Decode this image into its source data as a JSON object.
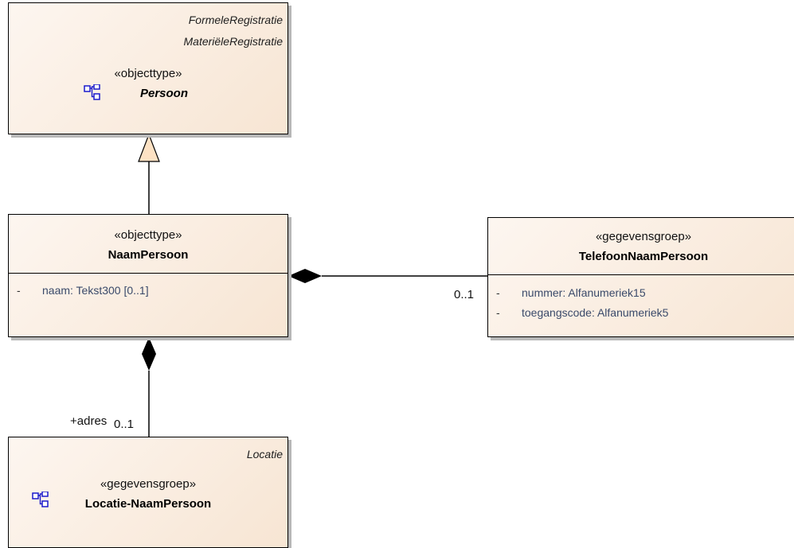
{
  "persoon": {
    "tag1": "FormeleRegistratie",
    "tag2": "MateriëleRegistratie",
    "stereotype": "«objecttype»",
    "name": "Persoon",
    "icon": "class-structure-icon"
  },
  "naampersoon": {
    "stereotype": "«objecttype»",
    "name": "NaamPersoon",
    "attributes": [
      {
        "dash": "-",
        "text": "naam: Tekst300 [0..1]"
      }
    ]
  },
  "telefoon": {
    "stereotype": "«gegevensgroep»",
    "name": "TelefoonNaamPersoon",
    "attributes": [
      {
        "dash": "-",
        "text": "nummer: Alfanumeriek15"
      },
      {
        "dash": "-",
        "text": "toegangscode: Alfanumeriek5"
      }
    ]
  },
  "locatie": {
    "tag": "Locatie",
    "stereotype": "«gegevensgroep»",
    "name": "Locatie-NaamPersoon",
    "icon": "class-structure-icon"
  },
  "associations": {
    "telefoon_multiplicity": "0..1",
    "adres_role": "+adres",
    "adres_multiplicity": "0..1"
  },
  "colors": {
    "box_fill_light": "#fdf6f0",
    "box_fill_dark": "#f7e5d3",
    "attribute_text": "#3a4a6a",
    "icon_blue": "#1a1acc"
  }
}
